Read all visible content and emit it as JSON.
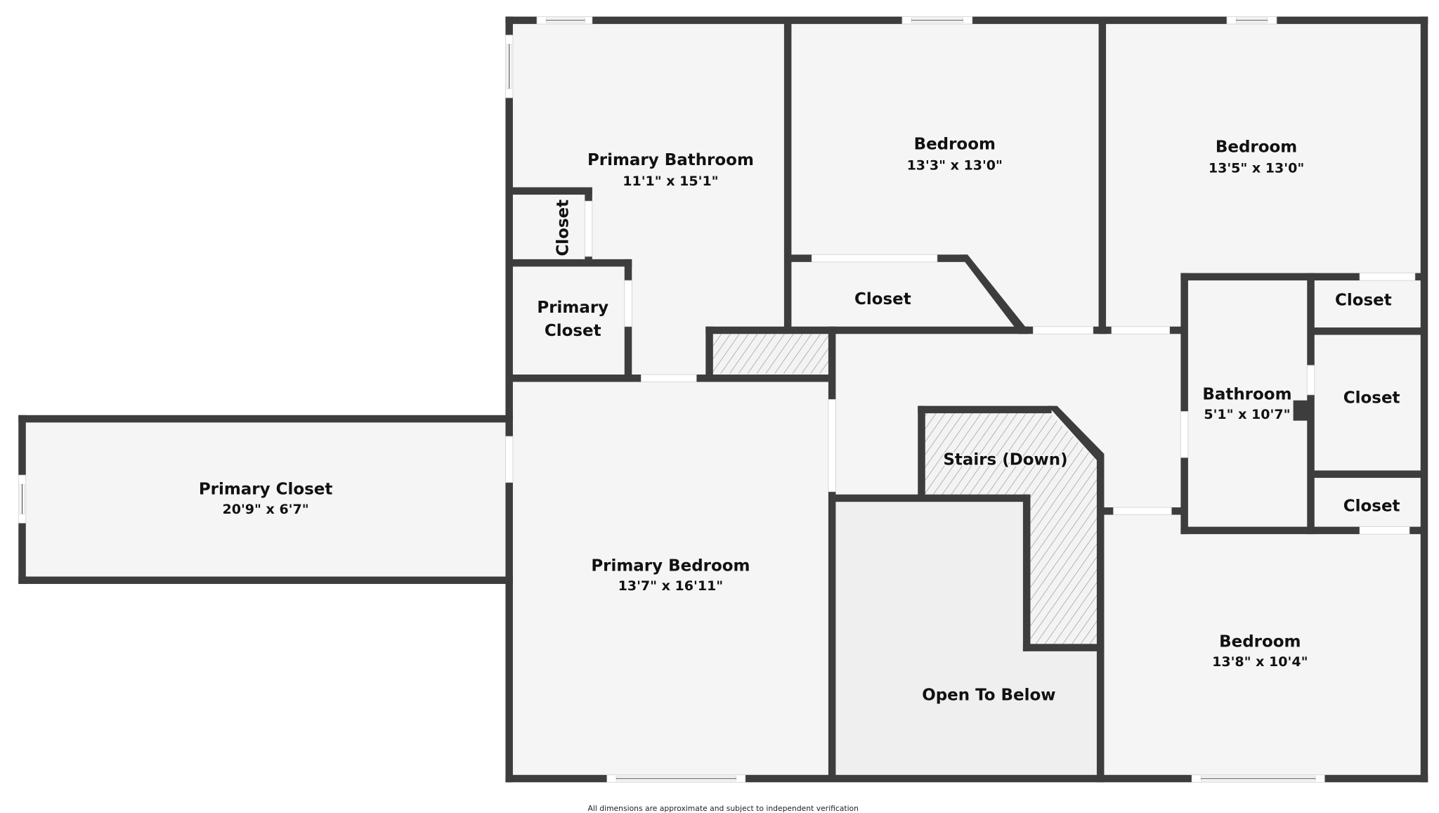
{
  "floorplan": {
    "rooms": [
      {
        "id": "primary-bathroom",
        "name": "Primary Bathroom",
        "dimensions": "11'1\" x 15'1\""
      },
      {
        "id": "bedroom-1",
        "name": "Bedroom",
        "dimensions": "13'3\" x 13'0\""
      },
      {
        "id": "bedroom-2",
        "name": "Bedroom",
        "dimensions": "13'5\" x 13'0\""
      },
      {
        "id": "closet-small-vertical",
        "name": "Closet"
      },
      {
        "id": "primary-closet-small",
        "name_line1": "Primary",
        "name_line2": "Closet"
      },
      {
        "id": "closet-hall",
        "name": "Closet"
      },
      {
        "id": "closet-right-top",
        "name": "Closet"
      },
      {
        "id": "bathroom",
        "name": "Bathroom",
        "dimensions": "5'1\" x 10'7\""
      },
      {
        "id": "closet-right-middle",
        "name": "Closet"
      },
      {
        "id": "stairs",
        "name": "Stairs (Down)"
      },
      {
        "id": "closet-right-bottom",
        "name": "Closet"
      },
      {
        "id": "primary-closet-long",
        "name": "Primary Closet",
        "dimensions": "20'9\" x 6'7\""
      },
      {
        "id": "primary-bedroom",
        "name": "Primary Bedroom",
        "dimensions": "13'7\" x 16'11\""
      },
      {
        "id": "bedroom-3",
        "name": "Bedroom",
        "dimensions": "13'8\" x 10'4\""
      },
      {
        "id": "open-to-below",
        "name": "Open To Below"
      }
    ],
    "footer_note": "All dimensions are approximate and subject to independent verification",
    "colors": {
      "wall": "#3d3d3d",
      "floor": "#f5f5f5",
      "open_to_below_floor": "#efefef",
      "hatch": "#8a8a8a",
      "label": "#111111"
    }
  }
}
